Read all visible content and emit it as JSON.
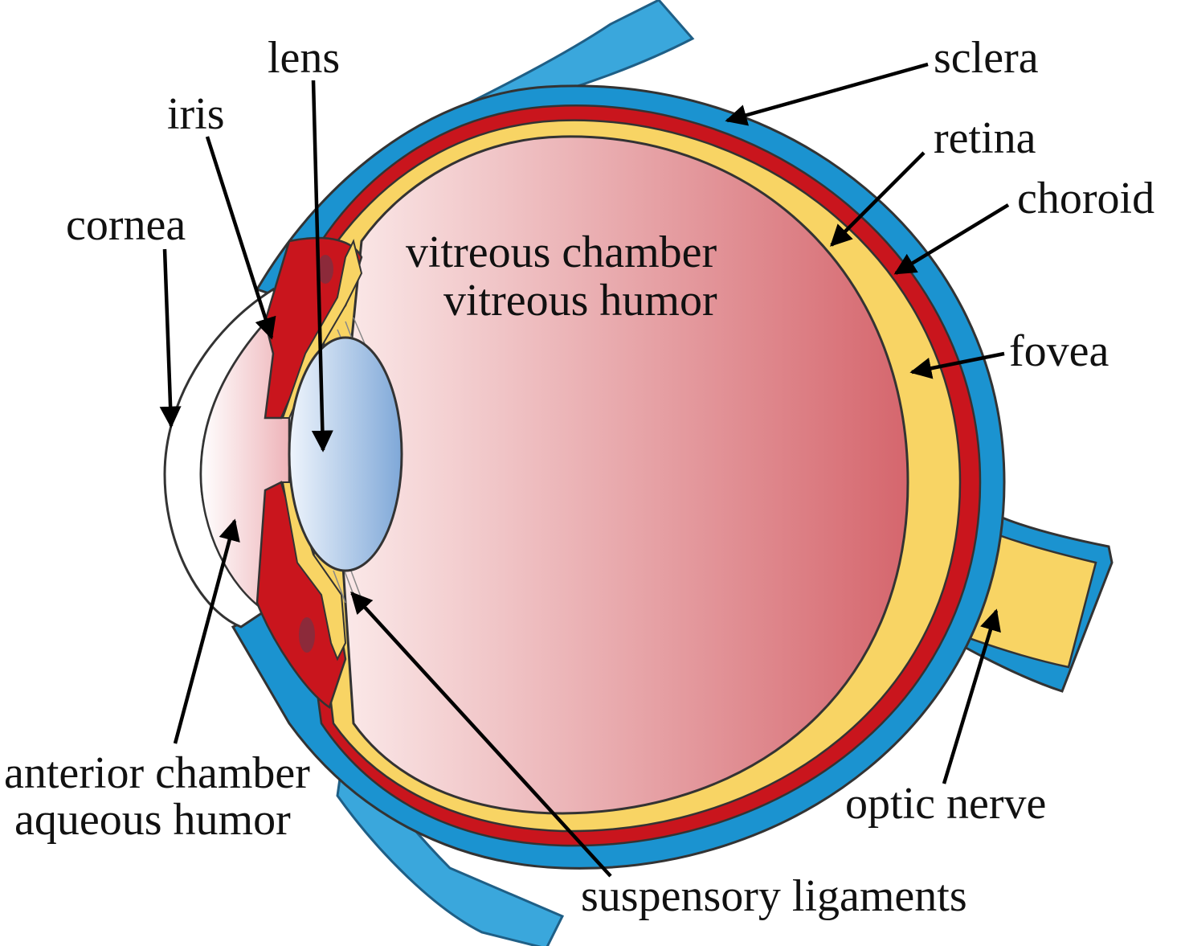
{
  "labels": {
    "lens": "lens",
    "iris": "iris",
    "cornea": "cornea",
    "sclera": "sclera",
    "retina": "retina",
    "choroid": "choroid",
    "fovea": "fovea",
    "vitreous_1": "vitreous chamber",
    "vitreous_2": "vitreous humor",
    "anterior_1": "anterior chamber",
    "anterior_2": "aqueous humor",
    "optic_nerve": "optic nerve",
    "suspensory": "suspensory ligaments"
  },
  "colors": {
    "sclera": "#1b93d0",
    "sclera_light": "#6ec3ea",
    "choroid": "#c9151d",
    "retina": "#f8d464",
    "vitreous_light": "#fbeaea",
    "vitreous_dark": "#d5666d",
    "lens_light": "#e9f1fb",
    "lens_dark": "#7fa8d8",
    "anterior_chamber": "#f4c8cb",
    "iris_spot": "#8c2a3a",
    "outline": "#3a3a3a",
    "arrow": "#000000"
  }
}
